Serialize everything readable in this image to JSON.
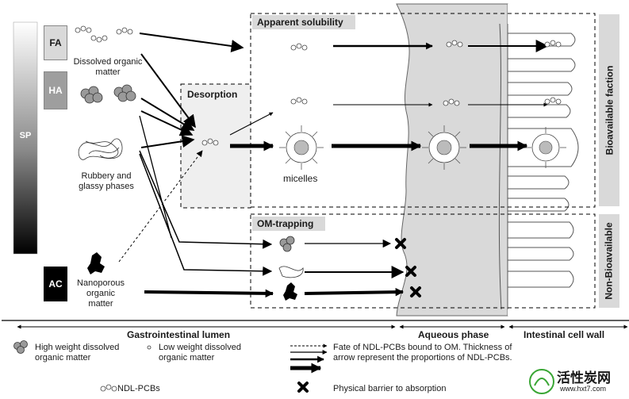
{
  "gradient": {
    "label": "SP"
  },
  "om_types": {
    "fa": "FA",
    "ha": "HA",
    "ac": "AC"
  },
  "om_labels": {
    "dissolved": "Dissolved organic matter",
    "rubbery": "Rubbery and glassy phases",
    "nanoporous": "Nanoporous organic matter"
  },
  "boxes": {
    "apparent_solubility": "Apparent solubility",
    "desorption": "Desorption",
    "om_trapping": "OM-trapping",
    "micelles": "micelles"
  },
  "side_labels": {
    "bioavailable": "Bioavailable faction",
    "non_bioavailable": "Non-Bioavailable"
  },
  "compartments": {
    "lumen": "Gastrointestinal lumen",
    "aqueous": "Aqueous phase",
    "cell_wall": "Intestinal cell wall"
  },
  "legend": {
    "high_weight": "High weight dissolved organic matter",
    "low_weight": "Low weight dissolved organic matter",
    "ndl_pcbs": "NDL-PCBs",
    "arrows": "Fate of NDL-PCBs bound to OM. Thickness of arrow represent the proportions of NDL-PCBs.",
    "barrier": "Physical barrier to absorption"
  },
  "watermark": {
    "title": "活性炭网",
    "url": "www.hxt7.com"
  },
  "colors": {
    "aqueous_fill": "#d9d9d9",
    "label_fill": "#d9d9d9",
    "ac_fill": "#000000"
  }
}
